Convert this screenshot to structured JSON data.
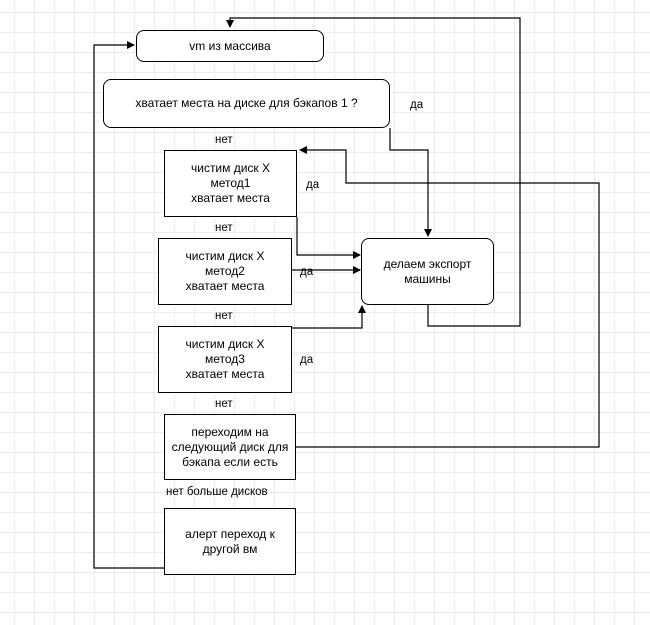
{
  "nodes": {
    "vm_from_array": "vm из массива",
    "enough_space_q": "хватает места на диске для бэкапов 1 ?",
    "clean_method1": "чистим диск X\nметод1\nхватает места",
    "clean_method2": "чистим диск X\nметод2\nхватает места",
    "clean_method3": "чистим диск X\nметод3\nхватает места",
    "export_machine": "делаем экспорт\nмашины",
    "next_disk": "переходим на\nследующий диск для\nбэкапа если есть",
    "alert_next_vm": "алерт переход к\nдругой вм"
  },
  "edge_labels": {
    "yes_1": "да",
    "no_1": "нет",
    "yes_2": "да",
    "no_2": "нет",
    "yes_3": "да",
    "no_3": "нет",
    "yes_4": "да",
    "no_4": "нет",
    "no_more_disks": "нет больше дисков"
  }
}
